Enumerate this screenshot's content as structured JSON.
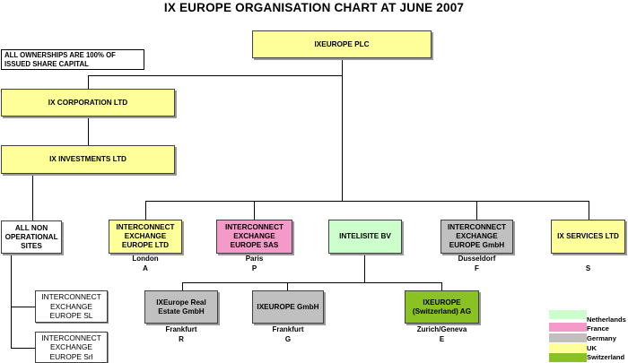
{
  "title": "IX EUROPE ORGANISATION CHART AT JUNE 2007",
  "note": "ALL OWNERSHIPS ARE 100% OF ISSUED SHARE CAPITAL",
  "boxes": {
    "plc": "IXEUROPE PLC",
    "ixcorp": "IX CORPORATION LTD",
    "ixinv": "IX INVESTMENTS LTD",
    "nonop": "ALL NON OPERATIONAL SITES",
    "ie_ltd": "INTERCONNECT EXCHANGE EUROPE LTD",
    "ie_sas": "INTERCONNECT EXCHANGE EUROPE SAS",
    "intelisite": "INTELISITE BV",
    "ie_gmbh": "INTERCONNECT EXCHANGE EUROPE GmbH",
    "ix_services": "IX SERVICES LTD",
    "ie_sl": "INTERCONNECT EXCHANGE EUROPE SL",
    "ie_srl": "INTERCONNECT EXCHANGE EUROPE Srl",
    "realestate": "IXEurope Real Estate GmbH",
    "ixgmbh": "IXEUROPE GmbH",
    "ixag": "IXEUROPE (Switzerland) AG"
  },
  "captions": {
    "ie_ltd": {
      "city": "London",
      "code": "A"
    },
    "ie_sas": {
      "city": "Paris",
      "code": "P"
    },
    "ie_gmbh": {
      "city": "Dusseldorf",
      "code": "F"
    },
    "ix_services": {
      "city": "",
      "code": "S"
    },
    "realestate": {
      "city": "Frankfurt",
      "code": "R"
    },
    "ixgmbh": {
      "city": "Frankfurt",
      "code": "G"
    },
    "ixag": {
      "city": "Zurich/Geneva",
      "code": "E"
    }
  },
  "legend": [
    {
      "label": "Netherlands",
      "color": "#ccffcc"
    },
    {
      "label": "France",
      "color": "#f49ac8"
    },
    {
      "label": "Germany",
      "color": "#c0c0c0"
    },
    {
      "label": "UK",
      "color": "#ffff99"
    },
    {
      "label": "Switzerland",
      "color": "#8ac224"
    }
  ]
}
